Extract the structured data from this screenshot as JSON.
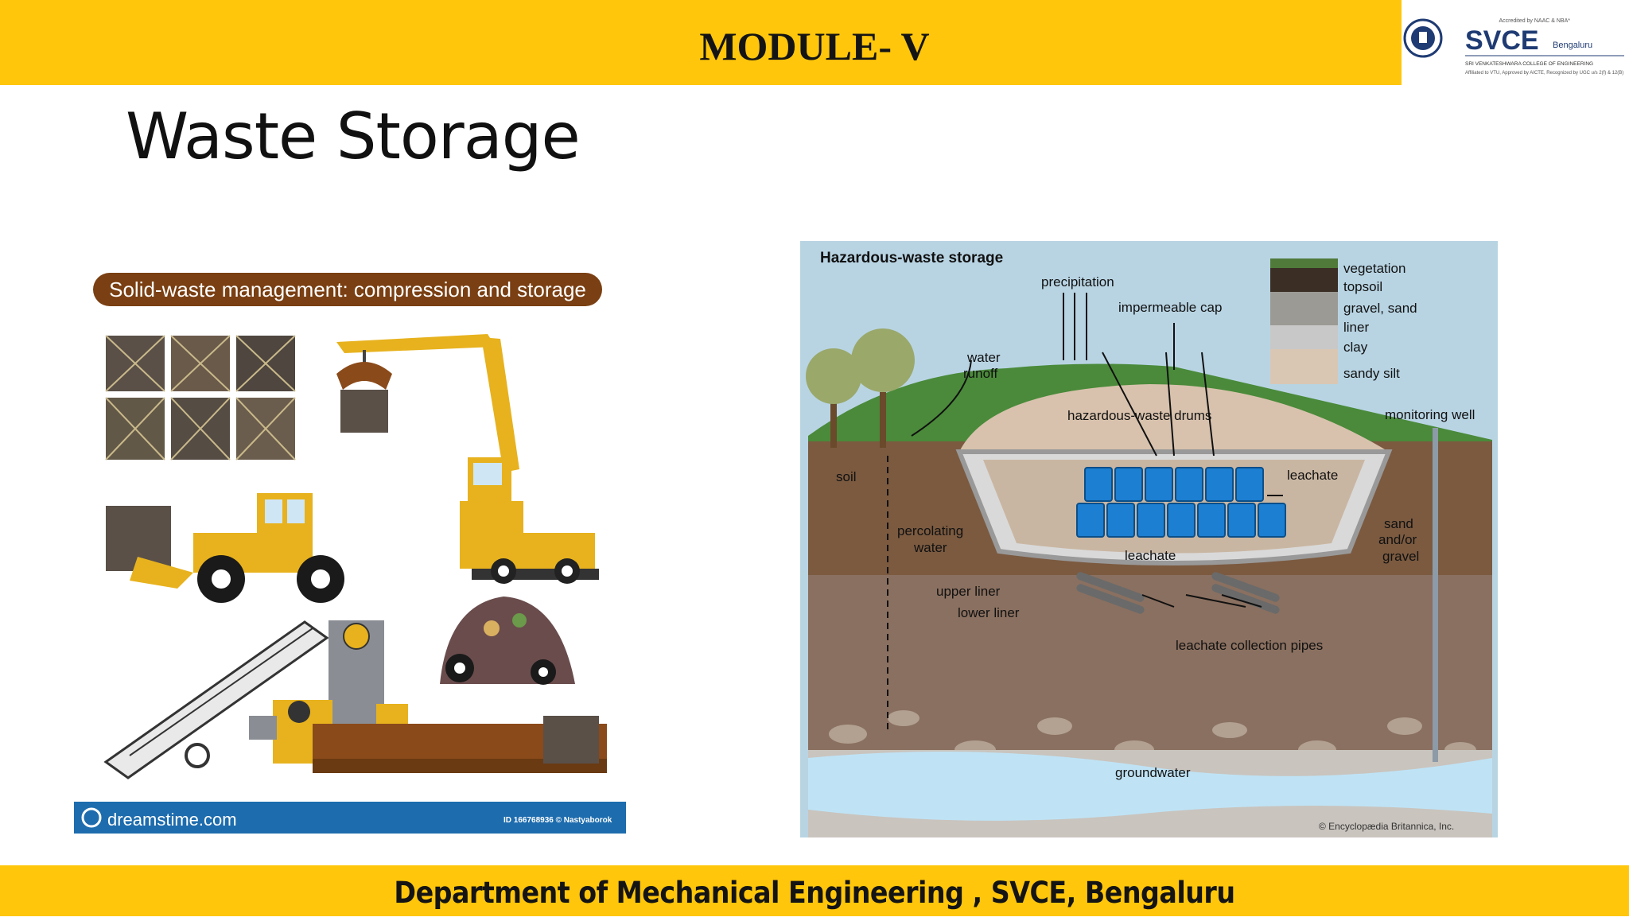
{
  "header": {
    "module": "MODULE- V",
    "logo": {
      "brand": "SVCE",
      "city": "Bengaluru",
      "accreditation": "Accredited by NAAC & NBA*",
      "college": "SRI VENKATESHWARA COLLEGE OF ENGINEERING",
      "affiliation": "Affiliated to VTU, Approved by AICTE, Recognized by UGC u/s 2(f) & 12(B)"
    }
  },
  "slide": {
    "title": "Waste Storage"
  },
  "left_figure": {
    "banner": "Solid-waste management: compression and storage",
    "watermark_site": "dreamstime.com",
    "image_id": "ID 166768936 © Nastyaborok"
  },
  "right_figure": {
    "title": "Hazardous-waste storage",
    "labels": {
      "precipitation": "precipitation",
      "impermeable_cap": "impermeable cap",
      "water_runoff_1": "water",
      "water_runoff_2": "runoff",
      "vegetation": "vegetation",
      "topsoil": "topsoil",
      "gravel_sand": "gravel, sand",
      "liner": "liner",
      "clay": "clay",
      "sandy_silt": "sandy silt",
      "monitoring_well": "monitoring well",
      "drums": "hazardous-waste drums",
      "soil": "soil",
      "leachate_top": "leachate",
      "percolating_1": "percolating",
      "percolating_2": "water",
      "leachate_bottom": "leachate",
      "sand_1": "sand",
      "sand_2": "and/or",
      "sand_3": "gravel",
      "upper_liner": "upper liner",
      "lower_liner": "lower liner",
      "collection_pipes": "leachate collection pipes",
      "groundwater": "groundwater",
      "copyright": "© Encyclopædia Britannica, Inc."
    }
  },
  "footer": {
    "text": "Department of Mechanical Engineering , SVCE, Bengaluru"
  },
  "colors": {
    "accent_yellow": "#ffc60b",
    "banner_brown": "#7a3f12",
    "dreamstime_blue": "#1d6cae"
  }
}
